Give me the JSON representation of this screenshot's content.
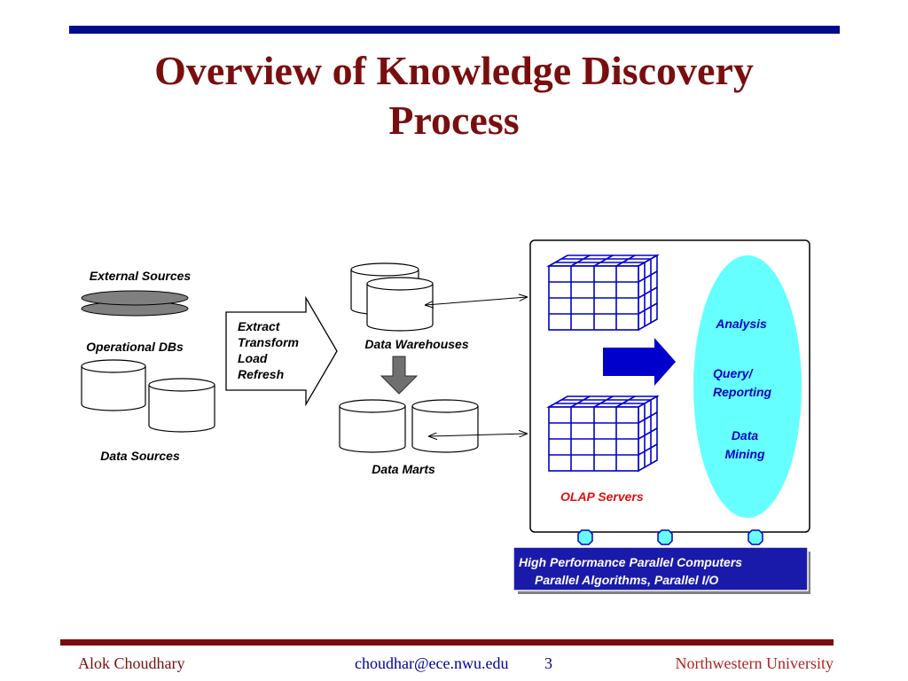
{
  "slide": {
    "title_line1": "Overview of Knowledge Discovery",
    "title_line2": "Process"
  },
  "diagram": {
    "external_sources": "External Sources",
    "operational_dbs": "Operational DBs",
    "data_sources": "Data Sources",
    "etl_steps": [
      "Extract",
      "Transform",
      "Load",
      "Refresh"
    ],
    "data_warehouses": "Data Warehouses",
    "data_marts": "Data Marts",
    "olap_servers": "OLAP Servers",
    "analysis": "Analysis",
    "query_line1": "Query/",
    "query_line2": "Reporting",
    "mining_line1": "Data",
    "mining_line2": "Mining",
    "hpc_line1": "High Performance Parallel Computers",
    "hpc_line2": "Parallel Algorithms, Parallel I/O"
  },
  "colors": {
    "title": "#7a0e0e",
    "top_rule": "#000b8c",
    "bottom_rule": "#7a0e0e",
    "diagram_blue": "#0000cc",
    "olap_red": "#e01010",
    "oval_fill": "#66ffff",
    "hpc_fill": "#1a1aaa"
  },
  "footer": {
    "author": "Alok Choudhary",
    "email": "choudhar@ece.nwu.edu",
    "page": "3",
    "affiliation": "Northwestern University"
  }
}
